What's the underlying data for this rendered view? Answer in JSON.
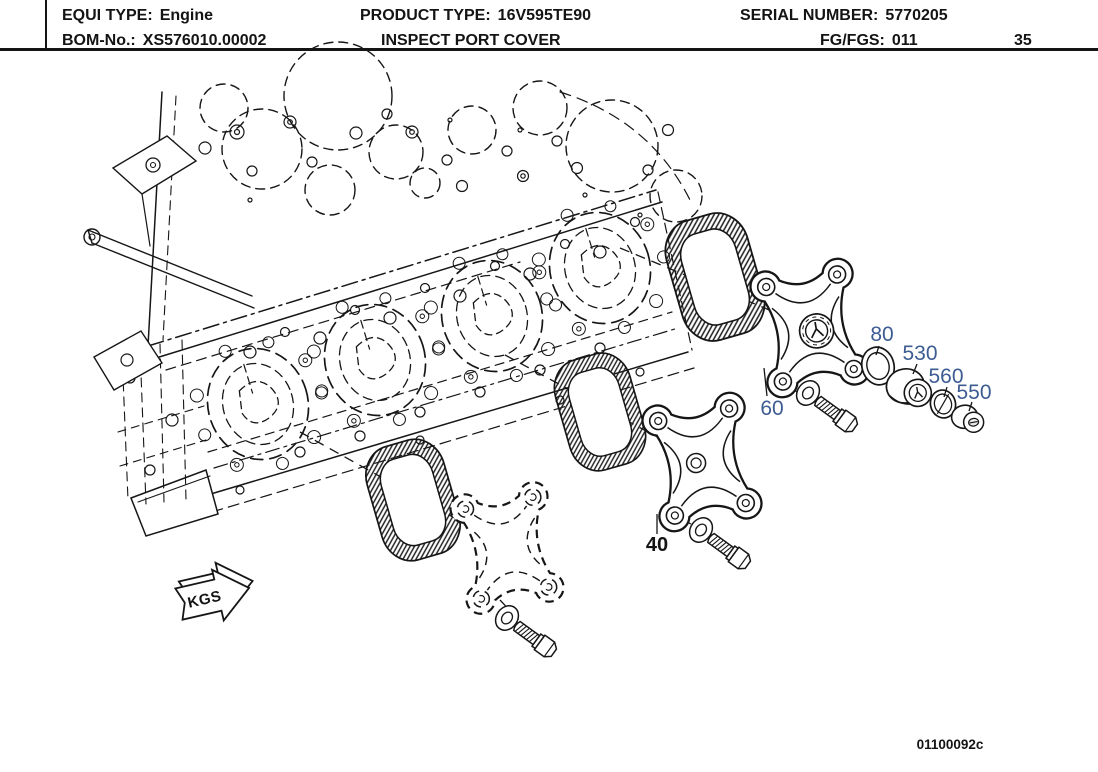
{
  "header": {
    "equi_type_label": "EQUI TYPE:",
    "equi_type_value": "Engine",
    "product_type_label": "PRODUCT TYPE:",
    "product_type_value": "16V595TE90",
    "serial_number_label": "SERIAL NUMBER:",
    "serial_number_value": "5770205",
    "bom_no_label": "BOM-No.:",
    "bom_no_value": "XS576010.00002",
    "sheet_title": "INSPECT PORT COVER",
    "fg_fgs_label": "FG/FGS:",
    "fg_fgs_value": "011",
    "page_number": "35"
  },
  "diagram": {
    "callout_color": "#3d5c91",
    "line_color": "#161616",
    "callouts": {
      "c40": "40",
      "c60": "60",
      "c80": "80",
      "c530": "530",
      "c560": "560",
      "c550": "550"
    },
    "kgs_marker": "KGS",
    "drawing_number": "01100092c"
  }
}
